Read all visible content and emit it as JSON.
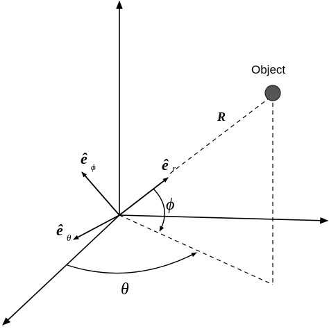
{
  "diagram": {
    "object_label": "Object",
    "r_label": "R",
    "phi_label": "ϕ",
    "theta_label": "θ",
    "er": {
      "base": "ê",
      "sub": "r"
    },
    "ephi": {
      "base": "ê",
      "sub": "ϕ"
    },
    "etheta": {
      "base": "ê",
      "sub": "θ"
    }
  }
}
